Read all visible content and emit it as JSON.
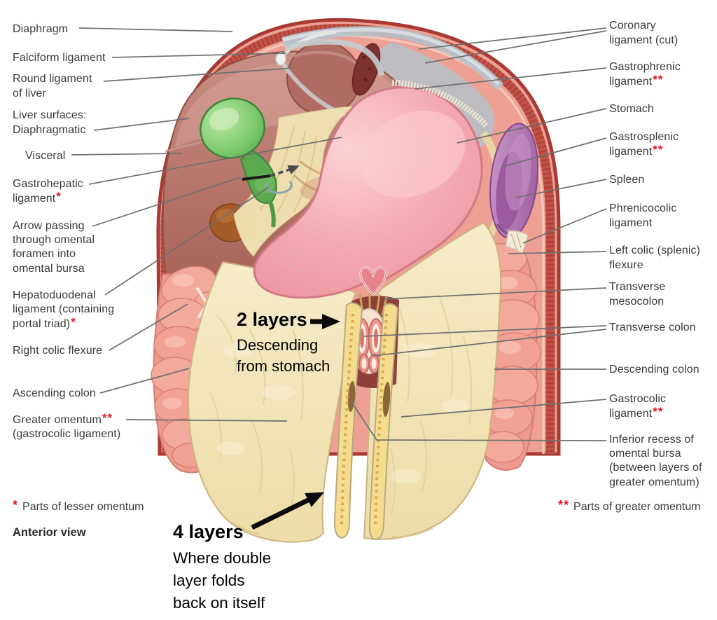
{
  "colors": {
    "asterisk_red": "#e8131f",
    "leader_line": "#6f6f6f",
    "annotation_black": "#000000"
  },
  "figure": {
    "left_labels": [
      {
        "pre": "Diaphragm",
        "stars": "",
        "post": ""
      },
      {
        "pre": "Falciform ligament",
        "stars": "",
        "post": ""
      },
      {
        "pre": "Round ligament\nof liver",
        "stars": "",
        "post": ""
      },
      {
        "pre": "Liver surfaces:\nDiaphragmatic",
        "stars": "",
        "post": ""
      },
      {
        "pre": "Visceral",
        "stars": "",
        "post": ""
      },
      {
        "pre": "Gastrohepatic\nligament",
        "stars": "*",
        "post": ""
      },
      {
        "pre": "Arrow passing\nthrough omental\nforamen into\nomental bursa",
        "stars": "",
        "post": ""
      },
      {
        "pre": "Hepatoduodenal\nligament (containing\nportal triad)",
        "stars": "*",
        "post": ""
      },
      {
        "pre": "Right colic flexure",
        "stars": "",
        "post": ""
      },
      {
        "pre": "Ascending colon",
        "stars": "",
        "post": ""
      },
      {
        "pre": "Greater omentum",
        "stars": "**",
        "post": "\n(gastrocolic ligament)"
      }
    ],
    "right_labels": [
      {
        "pre": "Coronary\nligament (cut)",
        "stars": "",
        "post": ""
      },
      {
        "pre": "Gastrophrenic\nligament",
        "stars": "**",
        "post": ""
      },
      {
        "pre": "Stomach",
        "stars": "",
        "post": ""
      },
      {
        "pre": "Gastrosplenic\nligament",
        "stars": "**",
        "post": ""
      },
      {
        "pre": "Spleen",
        "stars": "",
        "post": ""
      },
      {
        "pre": "Phrenicocolic\nligament",
        "stars": "",
        "post": ""
      },
      {
        "pre": "Left colic (splenic)\nflexure",
        "stars": "",
        "post": ""
      },
      {
        "pre": "Transverse\nmesocolon",
        "stars": "",
        "post": ""
      },
      {
        "pre": "Transverse colon",
        "stars": "",
        "post": ""
      },
      {
        "pre": "Descending colon",
        "stars": "",
        "post": ""
      },
      {
        "pre": "Gastrocolic\nligament",
        "stars": "**",
        "post": ""
      },
      {
        "pre": "Inferior recess of\nomental bursa\n(between layers of\ngreater omentum)",
        "stars": "",
        "post": ""
      }
    ],
    "annotations": {
      "two_layers": {
        "title": "2 layers",
        "body": "Descending\nfrom stomach"
      },
      "four_layers": {
        "title": "4 layers",
        "body": "Where double\nlayer folds\nback on itself"
      }
    },
    "footnotes": {
      "lesser_stars": "*",
      "lesser_text": "Parts of lesser omentum",
      "greater_stars": "**",
      "greater_text": "Parts of greater omentum",
      "view_label": "Anterior view"
    }
  }
}
